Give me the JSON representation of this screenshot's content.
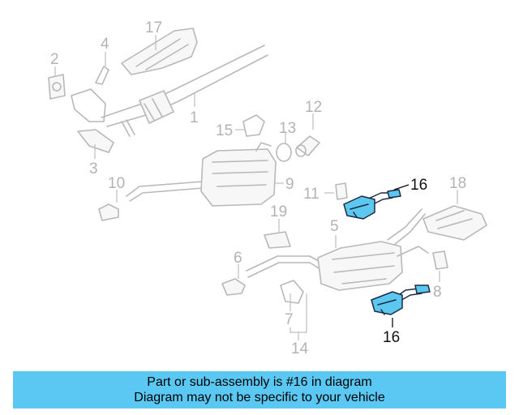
{
  "callouts": {
    "n1": "1",
    "n2": "2",
    "n3": "3",
    "n4": "4",
    "n5": "5",
    "n6": "6",
    "n7": "7",
    "n8": "8",
    "n9": "9",
    "n10": "10",
    "n11": "11",
    "n12": "12",
    "n13": "13",
    "n14": "14",
    "n15": "15",
    "n16a": "16",
    "n16b": "16",
    "n17": "17",
    "n18": "18",
    "n19": "19"
  },
  "highlight": {
    "part_number": "16",
    "fill_color": "#5cc8ef",
    "outline_color": "#1b2a44"
  },
  "banner": {
    "line1": "Part or sub-assembly is #16 in diagram",
    "line2": "Diagram may not be specific to your vehicle",
    "background": "#5bc8f3"
  }
}
